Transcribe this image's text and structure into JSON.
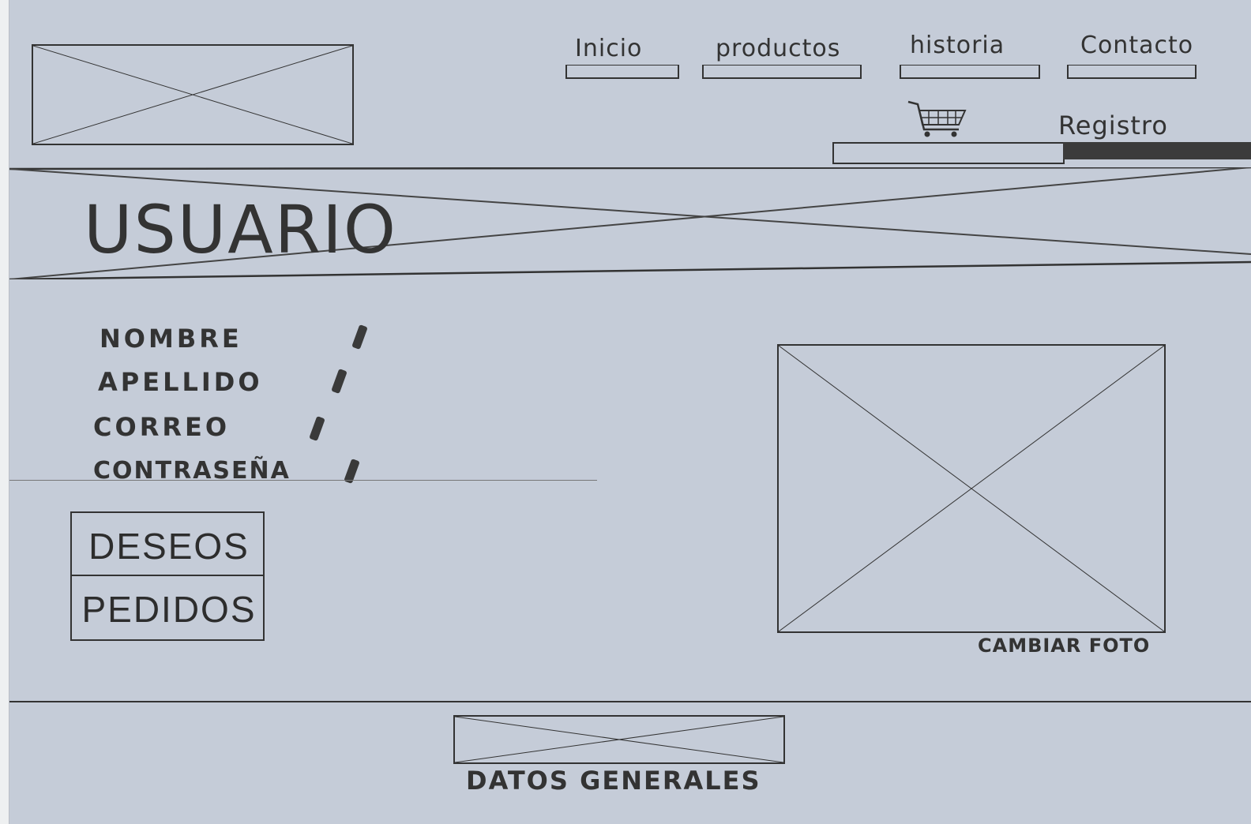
{
  "nav": {
    "items": [
      {
        "label": "Inicio"
      },
      {
        "label": "productos"
      },
      {
        "label": "historia"
      },
      {
        "label": "Contacto"
      }
    ],
    "cart_icon": "shopping-cart-icon",
    "registro_label": "Registro"
  },
  "banner": {
    "title": "USUARIO"
  },
  "profile": {
    "fields": [
      {
        "label": "NOMBRE",
        "edit_icon": "pencil-icon"
      },
      {
        "label": "APELLIDO",
        "edit_icon": "pencil-icon"
      },
      {
        "label": "CORREO",
        "edit_icon": "pencil-icon"
      },
      {
        "label": "CONTRASEÑA",
        "edit_icon": "pencil-icon"
      }
    ],
    "photo_action": "CAMBIAR FOTO"
  },
  "side_menu": {
    "wishes": "DESEOS",
    "orders": "PEDIDOS"
  },
  "footer": {
    "label": "DATOS GENERALES"
  }
}
